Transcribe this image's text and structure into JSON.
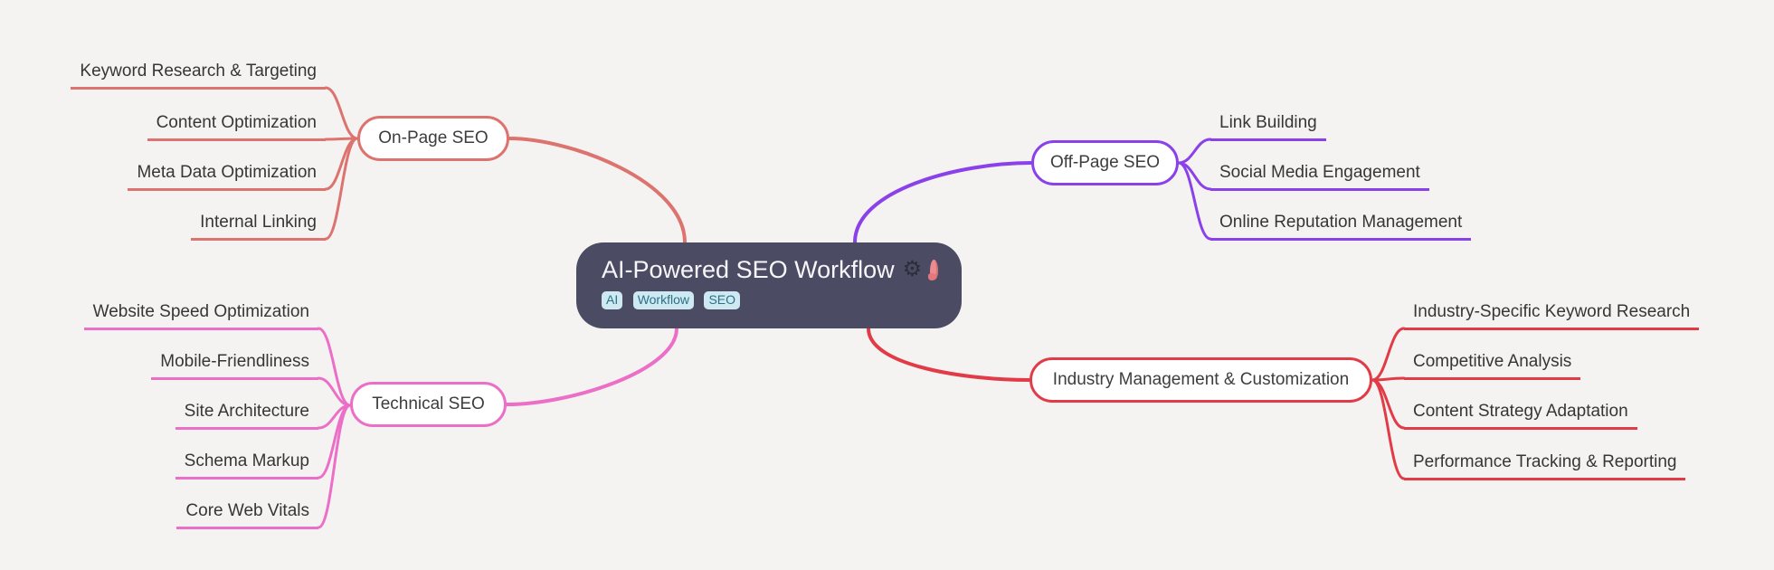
{
  "root": {
    "label": "AI-Powered SEO Workflow",
    "icons": [
      "gear-icon",
      "brain-icon"
    ],
    "tags": [
      "AI",
      "Workflow",
      "SEO"
    ]
  },
  "branches": [
    {
      "id": "on-page-seo",
      "label": "On-Page SEO",
      "color": "#dc736e",
      "side": "left",
      "children": [
        "Keyword Research & Targeting",
        "Content Optimization",
        "Meta Data Optimization",
        "Internal Linking"
      ]
    },
    {
      "id": "off-page-seo",
      "label": "Off-Page SEO",
      "color": "#8b41e9",
      "side": "right",
      "children": [
        "Link Building",
        "Social Media Engagement",
        "Online Reputation Management"
      ]
    },
    {
      "id": "technical-seo",
      "label": "Technical SEO",
      "color": "#ec6fc7",
      "side": "left",
      "children": [
        "Website Speed Optimization",
        "Mobile-Friendliness",
        "Site Architecture",
        "Schema Markup",
        "Core Web Vitals"
      ]
    },
    {
      "id": "industry-management-customization",
      "label": "Industry Management & Customization",
      "color": "#e23b48",
      "side": "right",
      "children": [
        "Industry-Specific Keyword Research",
        "Competitive Analysis",
        "Content Strategy Adaptation",
        "Performance Tracking & Reporting"
      ]
    }
  ],
  "colors": {
    "background": "#f4f3f2",
    "root_background": "#4b4b64",
    "root_text": "#f6f6f8",
    "tag_background": "#cfe9f3",
    "tag_text": "#2c7183",
    "node_background": "#ffffff",
    "node_text": "#3d3d3d",
    "child_text": "#363636"
  }
}
